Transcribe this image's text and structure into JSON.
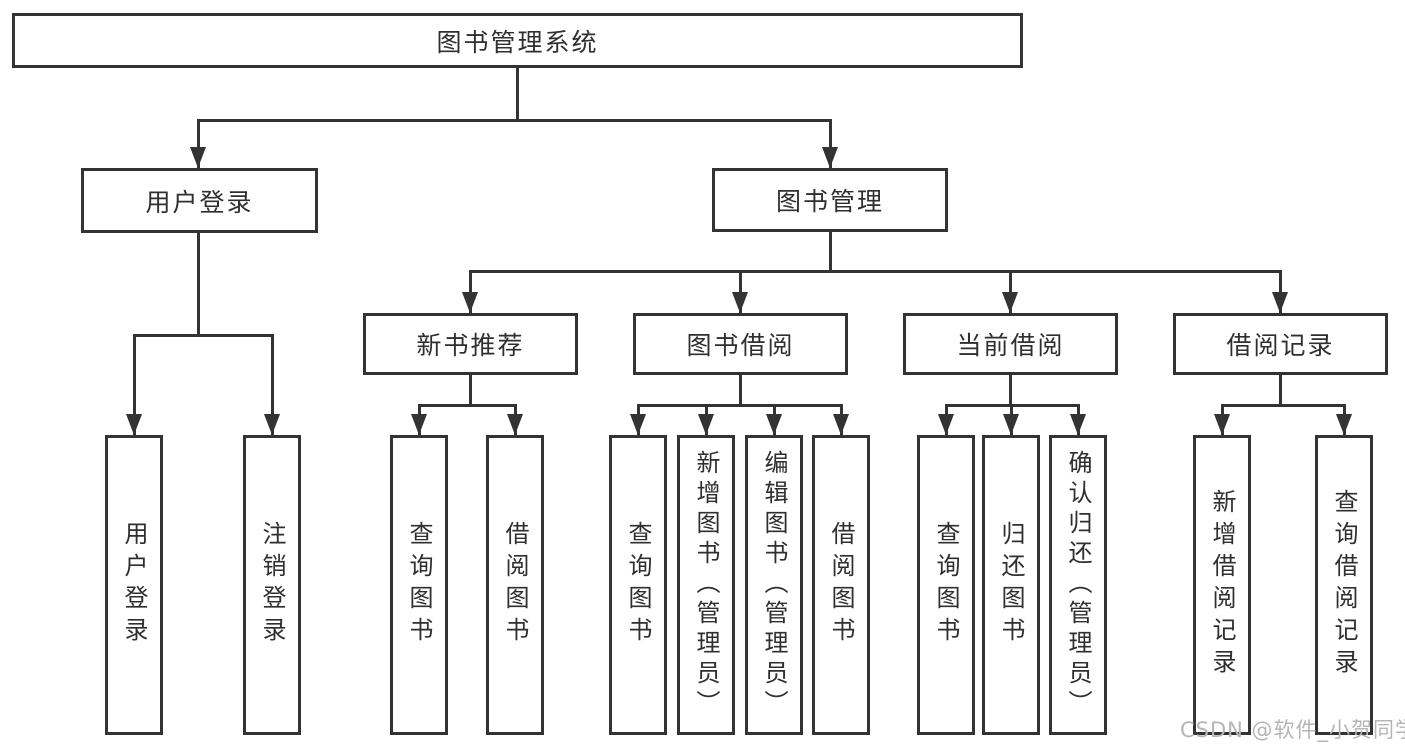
{
  "tree": {
    "root": {
      "label": "图书管理系统",
      "children": [
        {
          "label": "用户登录",
          "children": [
            {
              "label": "用户登录"
            },
            {
              "label": "注销登录"
            }
          ]
        },
        {
          "label": "图书管理",
          "children": [
            {
              "label": "新书推荐",
              "children": [
                {
                  "label": "查询图书"
                },
                {
                  "label": "借阅图书"
                }
              ]
            },
            {
              "label": "图书借阅",
              "children": [
                {
                  "label": "查询图书"
                },
                {
                  "label": "新增图书（管理员）"
                },
                {
                  "label": "编辑图书（管理员）"
                },
                {
                  "label": "借阅图书"
                }
              ]
            },
            {
              "label": "当前借阅",
              "children": [
                {
                  "label": "查询图书"
                },
                {
                  "label": "归还图书"
                },
                {
                  "label": "确认归还（管理员）"
                }
              ]
            },
            {
              "label": "借阅记录",
              "children": [
                {
                  "label": "新增借阅记录"
                },
                {
                  "label": "查询借阅记录"
                }
              ]
            }
          ]
        }
      ]
    }
  },
  "watermark": "CSDN @软件_小贺同学",
  "colors": {
    "line": "#333333",
    "box_border": "#333333",
    "text": "#2f2f2f",
    "background": "#ffffff",
    "watermark": "#b5b5b5"
  }
}
